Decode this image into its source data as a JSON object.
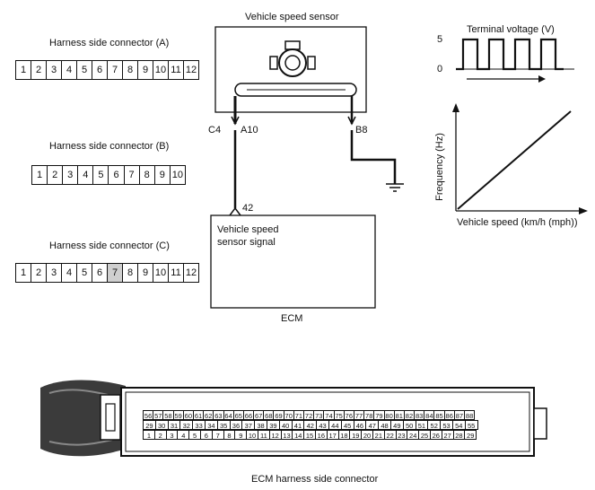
{
  "connector_a": {
    "label": "Harness side connector (A)",
    "pins": [
      "1",
      "2",
      "3",
      "4",
      "5",
      "6",
      "7",
      "8",
      "9",
      "10",
      "11",
      "12"
    ]
  },
  "connector_b": {
    "label": "Harness side connector (B)",
    "pins": [
      "1",
      "2",
      "3",
      "4",
      "5",
      "6",
      "7",
      "8",
      "9",
      "10"
    ]
  },
  "connector_c": {
    "label": "Harness side connector (C)",
    "pins": [
      "1",
      "2",
      "3",
      "4",
      "5",
      "6",
      "7",
      "8",
      "9",
      "10",
      "11",
      "12"
    ],
    "highlighted_pins": [
      "7"
    ]
  },
  "circuit": {
    "sensor_label": "Vehicle speed sensor",
    "terminal_c4": "C4",
    "terminal_a10": "A10",
    "terminal_b8": "B8",
    "ecm_terminal": "42",
    "ecm_signal_line1": "Vehicle speed",
    "ecm_signal_line2": "sensor signal",
    "ecm_label": "ECM"
  },
  "voltage_graph": {
    "title": "Terminal voltage (V)",
    "y_high": "5",
    "y_low": "0"
  },
  "frequency_graph": {
    "ylabel": "Frequency (Hz)",
    "xlabel": "Vehicle speed (km/h (mph))"
  },
  "ecm_connector": {
    "label": "ECM harness side connector",
    "row1": [
      "56",
      "57",
      "58",
      "59",
      "60",
      "61",
      "62",
      "63",
      "64",
      "65",
      "66",
      "67",
      "68",
      "69",
      "70",
      "71",
      "72",
      "73",
      "74",
      "75",
      "76",
      "77",
      "78",
      "79",
      "80",
      "81",
      "82",
      "83",
      "84",
      "85",
      "86",
      "87",
      "88"
    ],
    "row2": [
      "29",
      "30",
      "31",
      "32",
      "33",
      "34",
      "35",
      "36",
      "37",
      "38",
      "39",
      "40",
      "41",
      "42",
      "43",
      "44",
      "45",
      "46",
      "47",
      "48",
      "49",
      "50",
      "51",
      "52",
      "53",
      "54",
      "55"
    ],
    "row3": [
      "1",
      "2",
      "3",
      "4",
      "5",
      "6",
      "7",
      "8",
      "9",
      "10",
      "11",
      "12",
      "13",
      "14",
      "15",
      "16",
      "17",
      "18",
      "19",
      "20",
      "21",
      "22",
      "23",
      "24",
      "25",
      "26",
      "27",
      "28",
      "29"
    ]
  }
}
